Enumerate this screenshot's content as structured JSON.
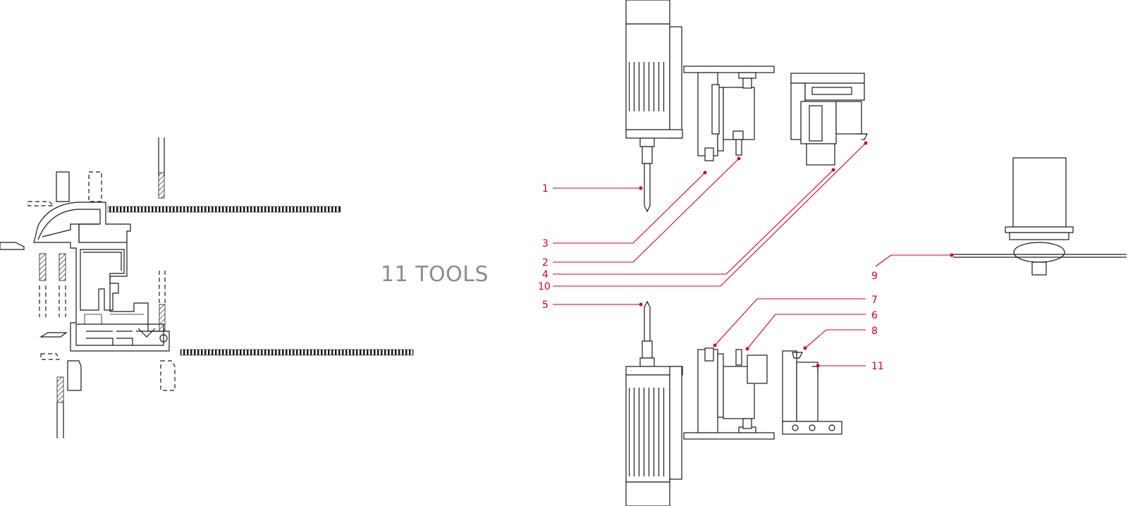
{
  "title": "11 TOOLS",
  "colors": {
    "callout": "#d6001c",
    "title": "#8c8c8c",
    "linework": "#1a1a1a"
  },
  "callouts": [
    {
      "id": "1",
      "label": "1"
    },
    {
      "id": "2",
      "label": "2"
    },
    {
      "id": "3",
      "label": "3"
    },
    {
      "id": "4",
      "label": "4"
    },
    {
      "id": "5",
      "label": "5"
    },
    {
      "id": "6",
      "label": "6"
    },
    {
      "id": "7",
      "label": "7"
    },
    {
      "id": "8",
      "label": "8"
    },
    {
      "id": "9",
      "label": "9"
    },
    {
      "id": "10",
      "label": "10"
    },
    {
      "id": "11",
      "label": "11"
    }
  ]
}
